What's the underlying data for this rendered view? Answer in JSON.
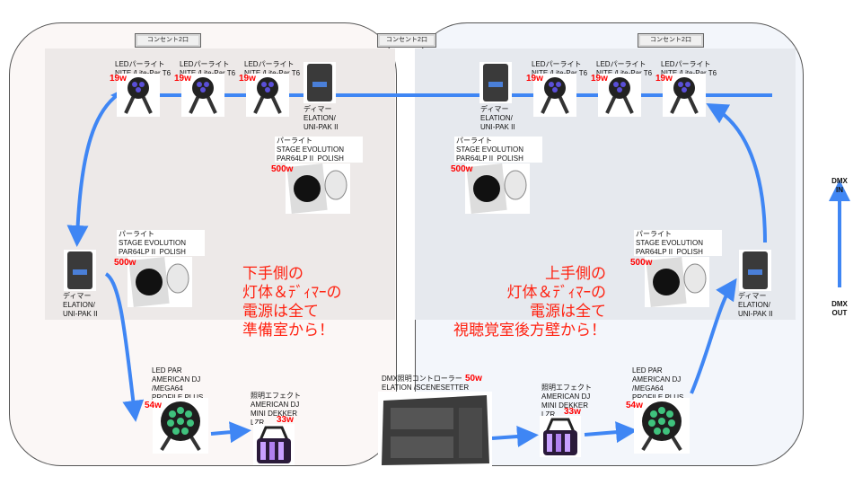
{
  "outlets": {
    "left": "コンセント2口",
    "center": "コンセント2口",
    "right": "コンセント2口"
  },
  "led_par_small": {
    "label": "LEDパーライト\nNITE /Lite-Par T6",
    "watt": "19w"
  },
  "dimmer": {
    "label": "ディマー\nELATION/\nUNI-PAK II"
  },
  "par64": {
    "label": "パーライト\nSTAGE EVOLUTION\nPAR64LP II  POLISH",
    "watt": "500w"
  },
  "led_par_large": {
    "label": "LED PAR\nAMERICAN DJ\n/MEGA64\nPROFILE PLUS",
    "watt": "54w"
  },
  "effect": {
    "label": "照明エフェクト\nAMERICAN DJ\nMINI DEKKER\nLZR",
    "watt": "33w"
  },
  "controller": {
    "label": "DMX照明コントローラー\nELATION /SCENESETTER",
    "watt": "50w"
  },
  "notes": {
    "left": "下手側の\n灯体＆ﾃﾞｨﾏｰの\n電源は全て\n準備室から！",
    "right": "上手側の\n灯体＆ﾃﾞｨﾏｰの\n電源は全て\n視聴覚室後方壁から！"
  },
  "legend": {
    "dmx_in": "DMX\nIN",
    "dmx_out": "DMX\nOUT"
  },
  "colors": {
    "arrow": "#3f86f4",
    "watt": "#ff0000",
    "note": "#f21a1a"
  }
}
